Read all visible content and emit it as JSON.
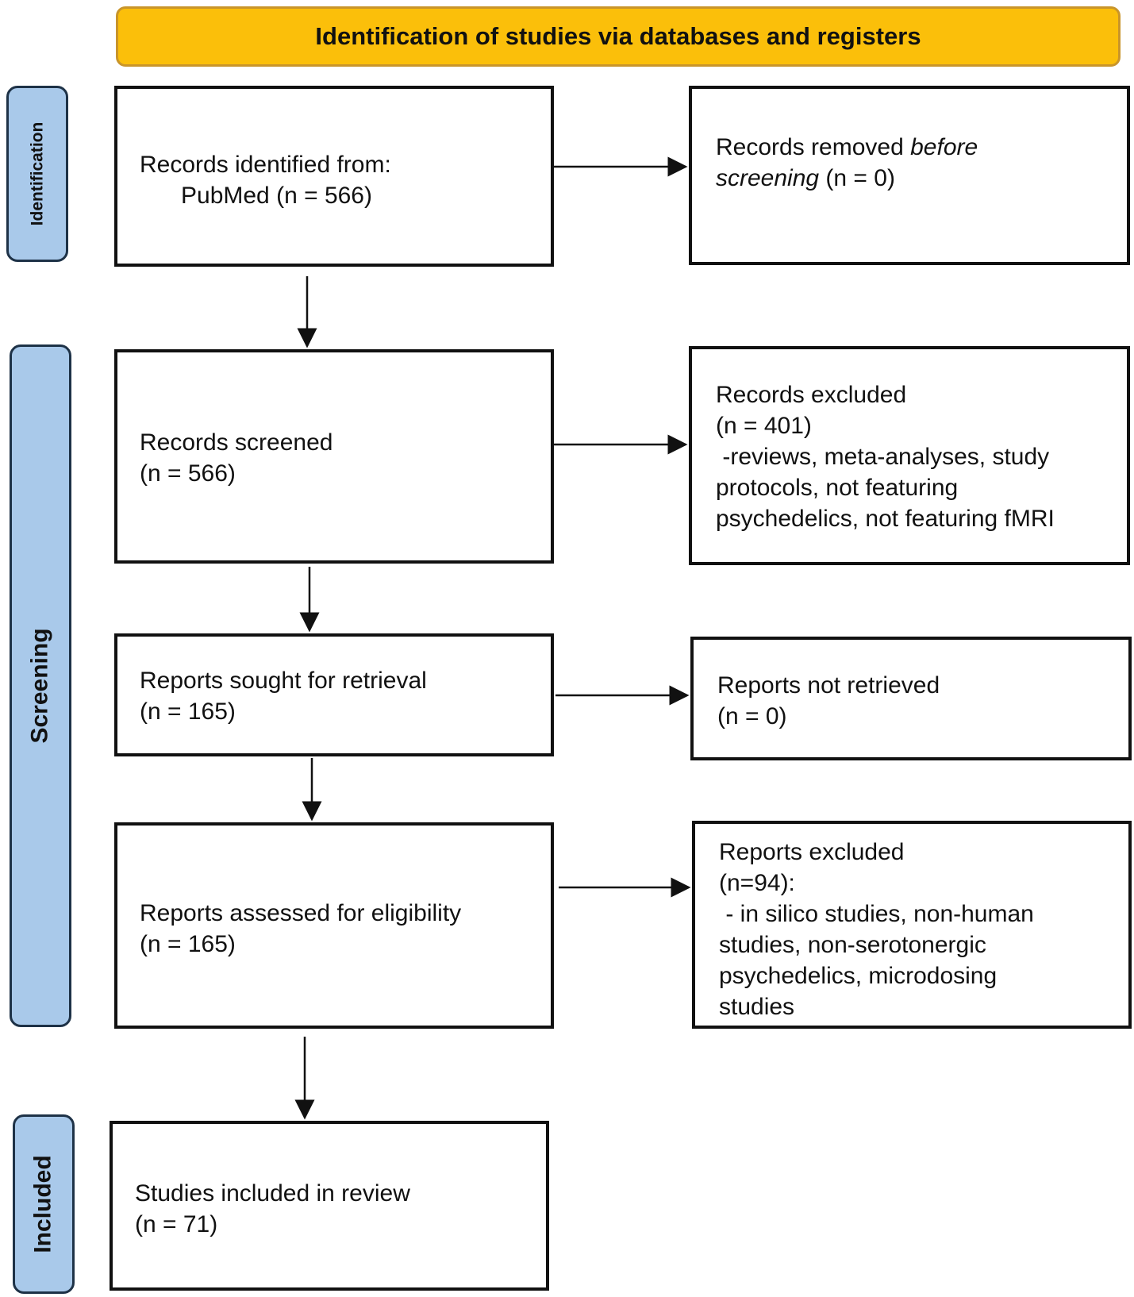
{
  "colors": {
    "banner_fill": "#fbbf0a",
    "stage_fill": "#a9c9ea",
    "box_border": "#111111",
    "arrow": "#111111"
  },
  "header": {
    "title": "Identification of studies via databases and registers"
  },
  "stages": {
    "identification": "Identification",
    "screening": "Screening",
    "included": "Included"
  },
  "boxes": {
    "records_identified": {
      "line1": "Records identified from:",
      "line2": "PubMed (n = 566)"
    },
    "records_removed": {
      "prefix": "Records removed ",
      "emph1": "before",
      "emph2": "screening",
      "suffix": " (n = 0)"
    },
    "records_screened": {
      "line1": "Records screened",
      "line2": "(n = 566)"
    },
    "records_excluded": {
      "line1": "Records excluded",
      "line2": "(n = 401)",
      "line3": " -reviews, meta-analyses, study",
      "line4": "protocols, not featuring",
      "line5": "psychedelics, not featuring fMRI"
    },
    "reports_sought": {
      "line1": "Reports sought for retrieval",
      "line2": "(n = 165)"
    },
    "reports_not_retrieved": {
      "line1": "Reports not retrieved",
      "line2": "(n = 0)"
    },
    "reports_assessed": {
      "line1": "Reports assessed for eligibility",
      "line2": "(n = 165)"
    },
    "reports_excluded": {
      "line1": "Reports excluded",
      "line2": "(n=94):",
      "line3": " - in silico studies, non-human",
      "line4": "studies, non-serotonergic",
      "line5": "psychedelics, microdosing",
      "line6": "studies"
    },
    "studies_included": {
      "line1": "Studies included in review",
      "line2": "(n = 71)"
    }
  }
}
